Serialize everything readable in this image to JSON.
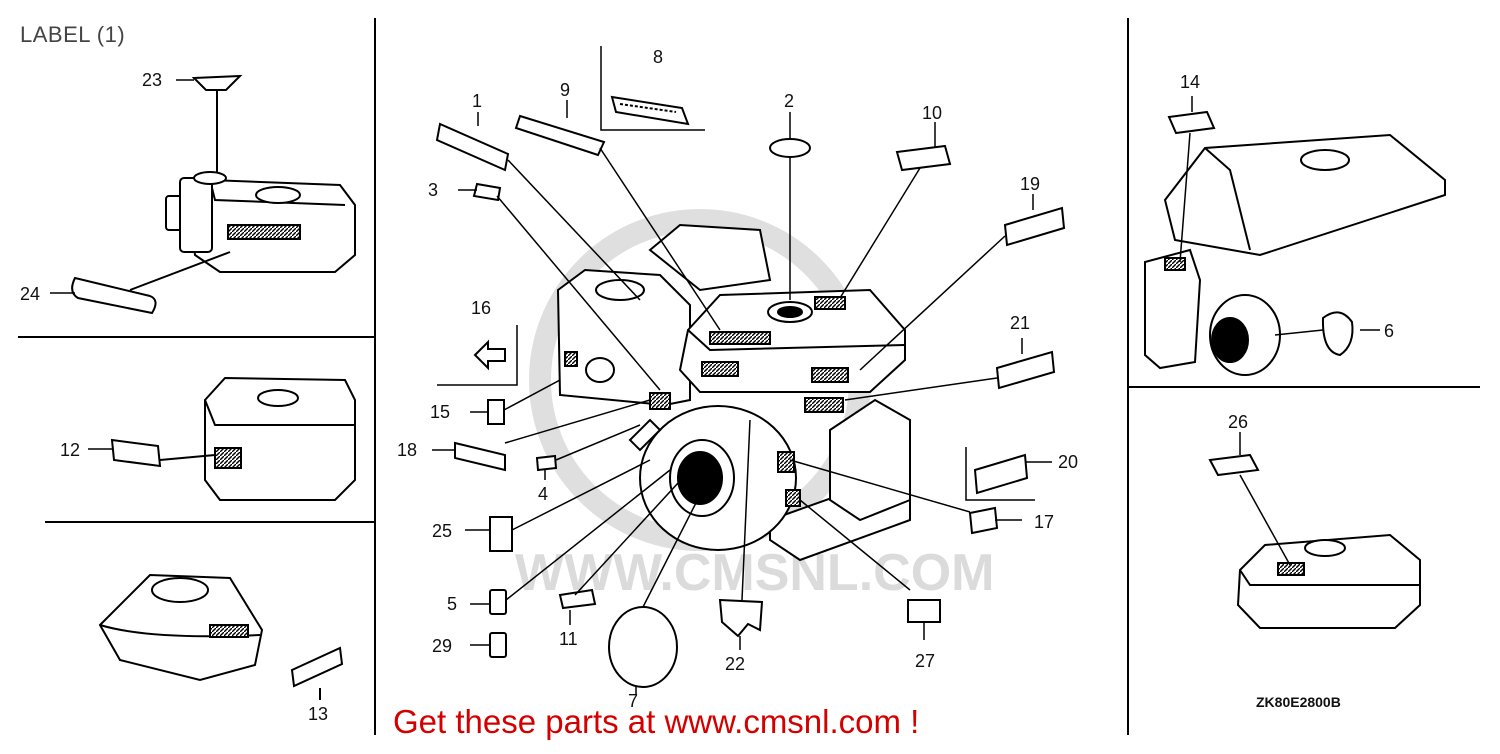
{
  "title": "LABEL (1)",
  "promo": "Get these parts at www.cmsnl.com !",
  "drawing_code": "ZK80E2800B",
  "watermark": "WWW.CMSNL.COM",
  "colors": {
    "ink": "#000000",
    "promo": "#d40000",
    "watermark": "#cfcfcf"
  },
  "callouts": [
    "1",
    "2",
    "3",
    "4",
    "5",
    "6",
    "7",
    "8",
    "9",
    "10",
    "11",
    "12",
    "13",
    "14",
    "15",
    "16",
    "17",
    "18",
    "19",
    "20",
    "21",
    "22",
    "23",
    "24",
    "25",
    "26",
    "27",
    "29"
  ]
}
